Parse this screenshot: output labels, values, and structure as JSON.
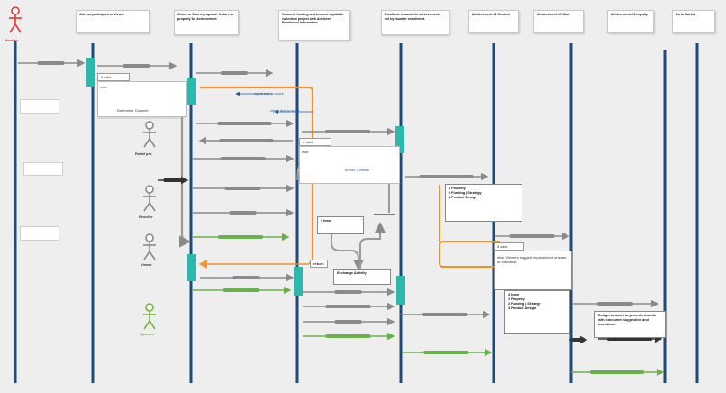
{
  "actors": {
    "left": "Member",
    "retailer": "Retail pro",
    "reseller": "Reseller",
    "viewer": "Viewer",
    "sponsor": "Sponsor"
  },
  "headers": [
    "Join, as participant or Viewer",
    "Select or Start a proposal: feature, a property for Achievement",
    "Connect, funding and become capital to collection project with Achiever Enrollment Information",
    "Distribute rewards for achievements set by founder enrollment.",
    "Achievement #1 Created",
    "Achievement #2 Mine",
    "Achievement #3 Loyalty",
    "Go to Market"
  ],
  "frames": {
    "if_valid": "if valid",
    "else": "else:",
    "else_viewers": "else: Viewers suggest replacement of team or individual"
  },
  "messages": {
    "reject_score": "reject due to score",
    "reject_scale": "reject due to scale",
    "determine_channel": "Determine Channel",
    "unmet_viewer": "unmet > viewer",
    "return": "return"
  },
  "notes": {
    "ranking": [
      "1 Property",
      "2 Funding | Strategy",
      "3 Product Design"
    ],
    "team": "3 team",
    "exchange": "Exchange Activity",
    "achievements": [
      "3 team",
      "1 Property",
      "2 Funding | Strategy",
      "4 Product Design"
    ],
    "market": "Design as asset to generate brands with consumer suggestion and incentives."
  },
  "colors": {
    "lifeline": "#1d4b7a",
    "activation": "#2eb8ad",
    "gray_arrow": "#8a8a8a",
    "green_arrow": "#6ab04c",
    "orange_arrow": "#f0922b",
    "blue_arrow": "#1f5fa8",
    "actor_red": "#e53935",
    "actor_gray": "#8a8a8a",
    "actor_green": "#7cb342"
  }
}
